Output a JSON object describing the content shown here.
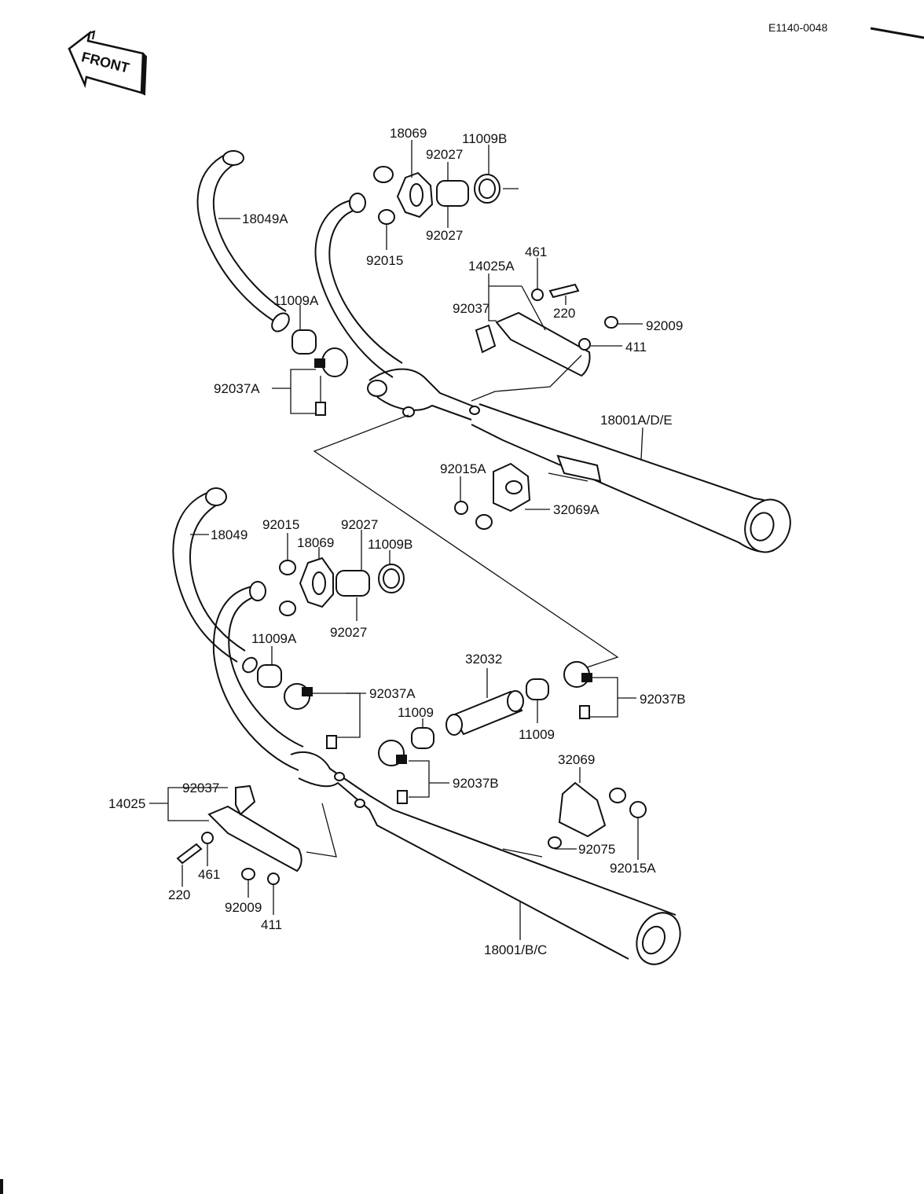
{
  "header": {
    "diagram_code": "E1140-0048",
    "front_arrow_text": "FRONT"
  },
  "labels_upper": {
    "l18069": "18069",
    "l92027_top": "92027",
    "l11009B": "11009B",
    "l18049A": "18049A",
    "l92027_bot": "92027",
    "l92015": "92015",
    "l461": "461",
    "l14025A": "14025A",
    "l92037": "92037",
    "l220": "220",
    "l92009": "92009",
    "l11009A": "11009A",
    "l411": "411",
    "l92037A": "92037A",
    "l18001ADE": "18001A/D/E",
    "l92015A": "92015A",
    "l32069A": "32069A"
  },
  "labels_lower": {
    "l18049": "18049",
    "l92015": "92015",
    "l92027_top": "92027",
    "l18069": "18069",
    "l11009B": "11009B",
    "l92027_bot": "92027",
    "l11009A": "11009A",
    "l32032": "32032",
    "l92037A": "92037A",
    "l92037B_right": "92037B",
    "l11009_left": "11009",
    "l11009_right": "11009",
    "l32069": "32069",
    "l92037B_mid": "92037B",
    "l92037": "92037",
    "l14025": "14025",
    "l92075": "92075",
    "l92015A": "92015A",
    "l220": "220",
    "l461": "461",
    "l92009": "92009",
    "l411": "411",
    "l18001BC": "18001/B/C"
  }
}
